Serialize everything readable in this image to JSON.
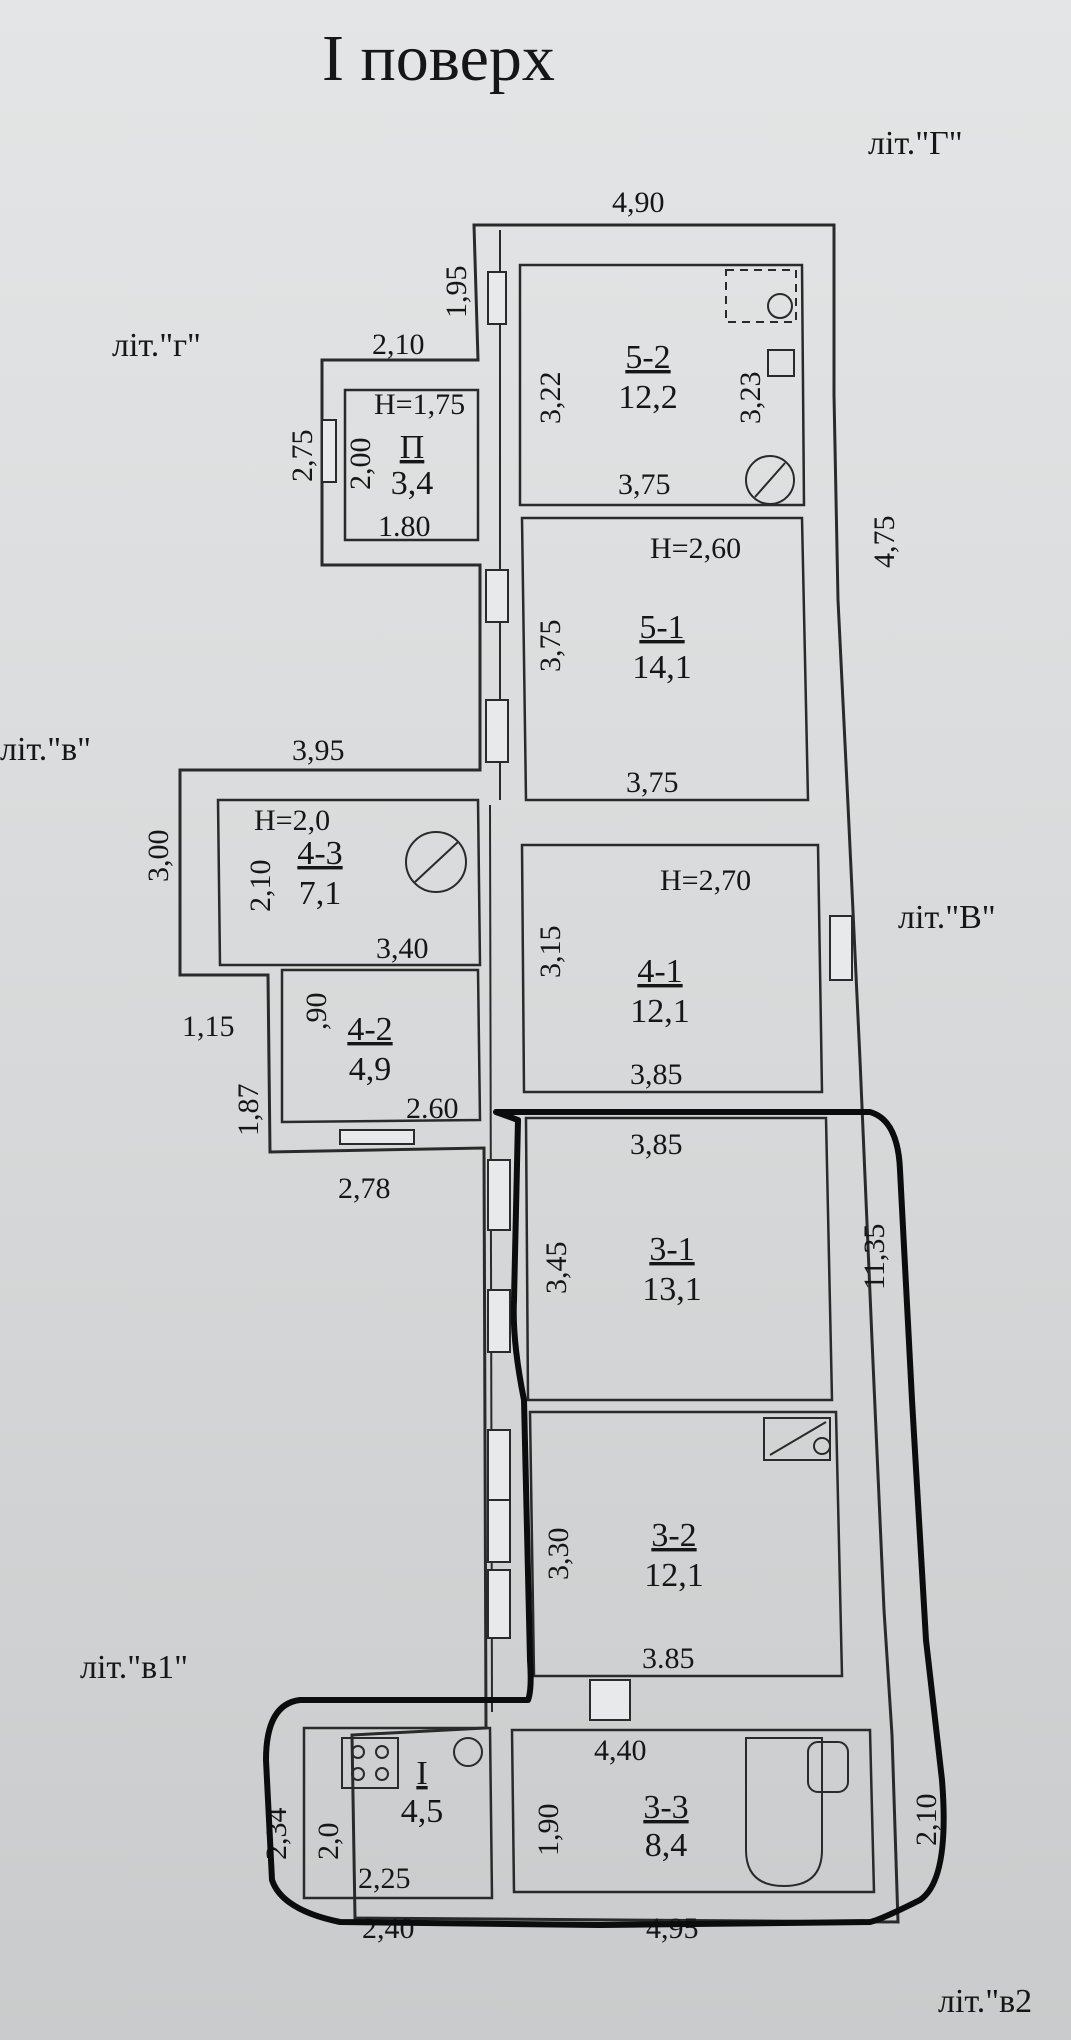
{
  "title": "I поверх",
  "lit_labels": {
    "G_upper": "літ.\"Г\"",
    "g_lower": "літ.\"г\"",
    "v_lower": "літ.\"в\"",
    "V_upper": "літ.\"В\"",
    "v1": "літ.\"в1\"",
    "v2": "літ.\"в2"
  },
  "dimensions": {
    "top_490": "4,90",
    "d195": "1,95",
    "d210_g": "2,10",
    "d275": "2,75",
    "d200": "2,00",
    "d180": "1.80",
    "d322": "3,22",
    "d323": "3,23",
    "d375_a": "3,75",
    "d475": "4,75",
    "d375_b": "3,75",
    "d375_c": "3,75",
    "d395": "3,95",
    "d300": "3,00",
    "d210_43": "2,10",
    "d340": "3,40",
    "d315": "3,15",
    "d385_a": "3,85",
    "d090": ",90",
    "d115": "1,15",
    "d187": "1,87",
    "d260": "2.60",
    "d278": "2,78",
    "d385_b": "3,85",
    "d345": "3,45",
    "d1135": "11,35",
    "d330": "3,30",
    "d385_c": "3.85",
    "d440": "4,40",
    "d234": "2,34",
    "d20": "2,0",
    "d190": "1,90",
    "d225": "2,25",
    "d210_v2": "2,10",
    "d240": "2,40",
    "d495": "4,95"
  },
  "heights": {
    "h175": "Н=1,75",
    "h260": "Н=2,60",
    "h20": "Н=2,0",
    "h270": "Н=2,70"
  },
  "rooms": [
    {
      "id": "П",
      "area": "3,4"
    },
    {
      "id": "5-2",
      "area": "12,2"
    },
    {
      "id": "5-1",
      "area": "14,1"
    },
    {
      "id": "4-3",
      "area": "7,1"
    },
    {
      "id": "4-1",
      "area": "12,1"
    },
    {
      "id": "4-2",
      "area": "4,9"
    },
    {
      "id": "3-1",
      "area": "13,1"
    },
    {
      "id": "3-2",
      "area": "12,1"
    },
    {
      "id": "I",
      "area": "4,5"
    },
    {
      "id": "3-3",
      "area": "8,4"
    }
  ]
}
